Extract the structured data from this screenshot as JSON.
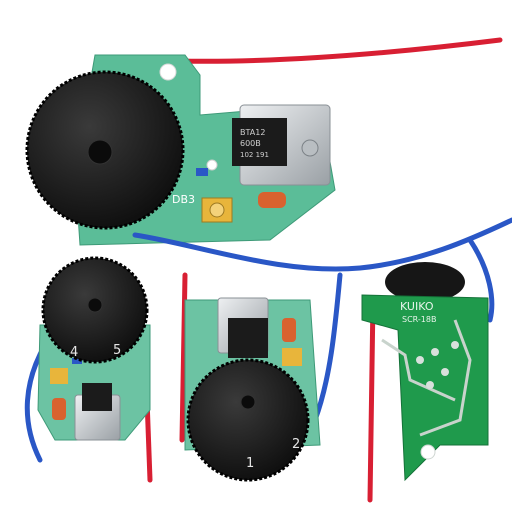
{
  "scene": {
    "background": "#ffffff",
    "colors": {
      "pcb_green": "#3fae8a",
      "pcb_light": "#6cc3a3",
      "pcb_back": "#1f9a4c",
      "wire_red": "#d81f33",
      "wire_blue": "#2a57c6",
      "knob": "#1a1a1a",
      "heatsink": "#cfd3d6",
      "capacitor": "#d9622f",
      "trimmer": "#e8b53b"
    }
  },
  "top_board": {
    "silkscreen": "DB3",
    "chip_marking": [
      "BTA12",
      "600B",
      "102 191"
    ]
  },
  "left_board": {
    "dial_numbers": [
      "4",
      "5"
    ]
  },
  "middle_board": {
    "dial_numbers": [
      "1",
      "2"
    ]
  },
  "back_board": {
    "label_top": "KUIKO",
    "label_sub": "SCR-18B"
  }
}
